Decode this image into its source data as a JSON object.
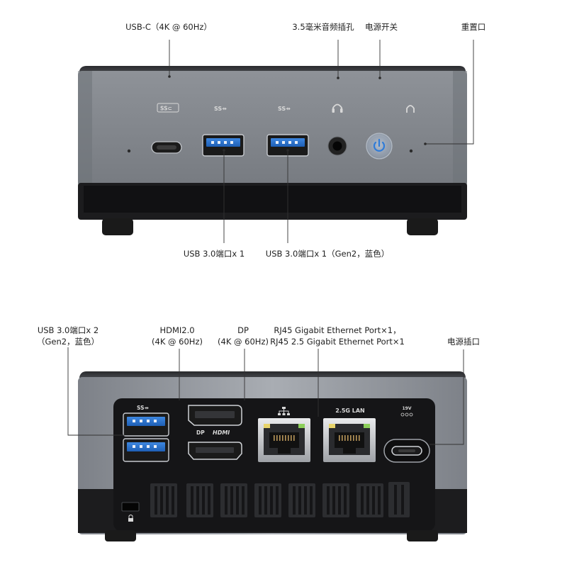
{
  "front": {
    "labels": {
      "usbc": "USB-C（4K @ 60Hz）",
      "audio": "3.5毫米音频插孔",
      "power": "电源开关",
      "reset": "重置口",
      "usb30": "USB 3.0端口x 1",
      "usb30_gen2": "USB 3.0端口x 1（Gen2，蓝色）"
    },
    "icons": {
      "usbc": "usb-c-ss-icon",
      "usb_a_1": "usb-ss-icon",
      "usb_a_2": "usb-ss-icon",
      "audio": "headphone-icon",
      "reset": "reset-icon",
      "power": "power-icon"
    },
    "accent": "#2f7bd8"
  },
  "rear": {
    "labels": {
      "usb": [
        "USB 3.0端口x 2",
        "（Gen2，蓝色）"
      ],
      "hdmi": [
        "HDMI2.0",
        "(4K @ 60Hz)"
      ],
      "dp": [
        "DP",
        "(4K @ 60Hz)"
      ],
      "rj45": [
        "RJ45 Gigabit Ethernet Port×1，",
        "RJ45 2.5 Gigabit Ethernet Port×1"
      ],
      "power_in": "电源插口"
    },
    "port_text": {
      "dp": "DP",
      "hdmi": "HDMI",
      "lan25": "2.5G LAN",
      "dcin": "19V"
    },
    "icons": {
      "usb": "usb-ss-icon",
      "network": "network-icon",
      "lock": "kensington-lock-icon",
      "dc": "dc-polarity-icon"
    }
  }
}
